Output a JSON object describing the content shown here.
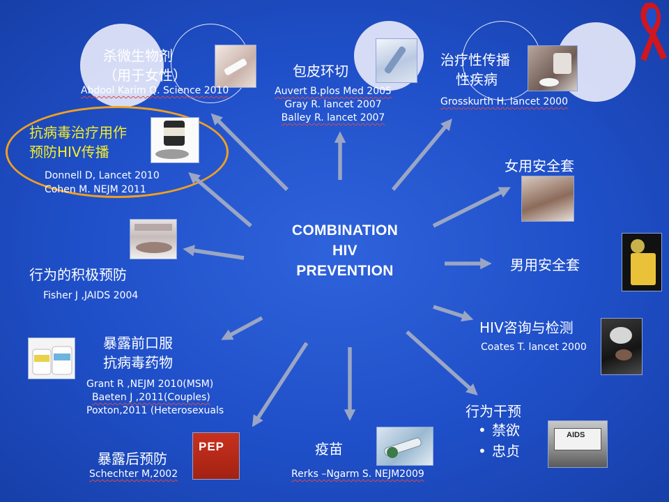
{
  "center": {
    "lines": [
      "COMBINATION",
      "HIV",
      "PREVENTION"
    ]
  },
  "nodes": {
    "microbicide": {
      "title_lines": [
        "杀微生物剂",
        "（用于女性）"
      ],
      "refs": [
        "Abdool Karim Q. Science 2010"
      ]
    },
    "circumcision": {
      "title_lines": [
        "包皮环切"
      ],
      "refs": [
        "Auvert  B.plos Med 2005",
        "Gray R. lancet 2007",
        "Balley R. lancet 2007"
      ]
    },
    "sti": {
      "title_lines": [
        "治疗性传播",
        "性疾病"
      ],
      "refs": [
        "Grosskurth H. lancet 2000"
      ]
    },
    "art": {
      "title_lines": [
        "抗病毒治疗用作",
        "预防HIV传播"
      ],
      "refs": [
        "Donnell D, Lancet 2010",
        "Cohen M. NEJM 2011"
      ]
    },
    "female_condom": {
      "title_lines": [
        "女用安全套"
      ],
      "refs": []
    },
    "behavior_positive": {
      "title_lines": [
        "行为的积极预防"
      ],
      "refs": [
        "Fisher  J ,JAIDS 2004"
      ]
    },
    "male_condom": {
      "title_lines": [
        "男用安全套"
      ],
      "refs": []
    },
    "prep": {
      "title_lines": [
        "暴露前口服",
        "抗病毒药物"
      ],
      "refs": [
        "Grant R ,NEJM 2010(MSM)",
        "Baeten   J ,2011(Couples)",
        "Poxton,2011 (Heterosexuals"
      ]
    },
    "vct": {
      "title_lines": [
        "HIV咨询与检测"
      ],
      "refs": [
        "Coates T. lancet 2000"
      ]
    },
    "pep": {
      "title_lines": [
        "暴露后预防"
      ],
      "refs": [
        "Schechter M,2002"
      ]
    },
    "vaccine": {
      "title_lines": [
        "疫苗"
      ],
      "refs": [
        "Rerks –Ngarm S. NEJM2009"
      ]
    },
    "behavior_intervention": {
      "title_lines": [
        "行为干预"
      ],
      "bullets": [
        "禁欲",
        "忠贞"
      ]
    }
  },
  "images": {
    "pep_label": "PEP",
    "billboard_label": "AIDS"
  },
  "colors": {
    "background": "#1f4fc8",
    "arrow": "#9aa6c4",
    "highlight_text": "#f5ee2a",
    "highlight_ring": "#f0a020",
    "ribbon": "#d0161e"
  }
}
